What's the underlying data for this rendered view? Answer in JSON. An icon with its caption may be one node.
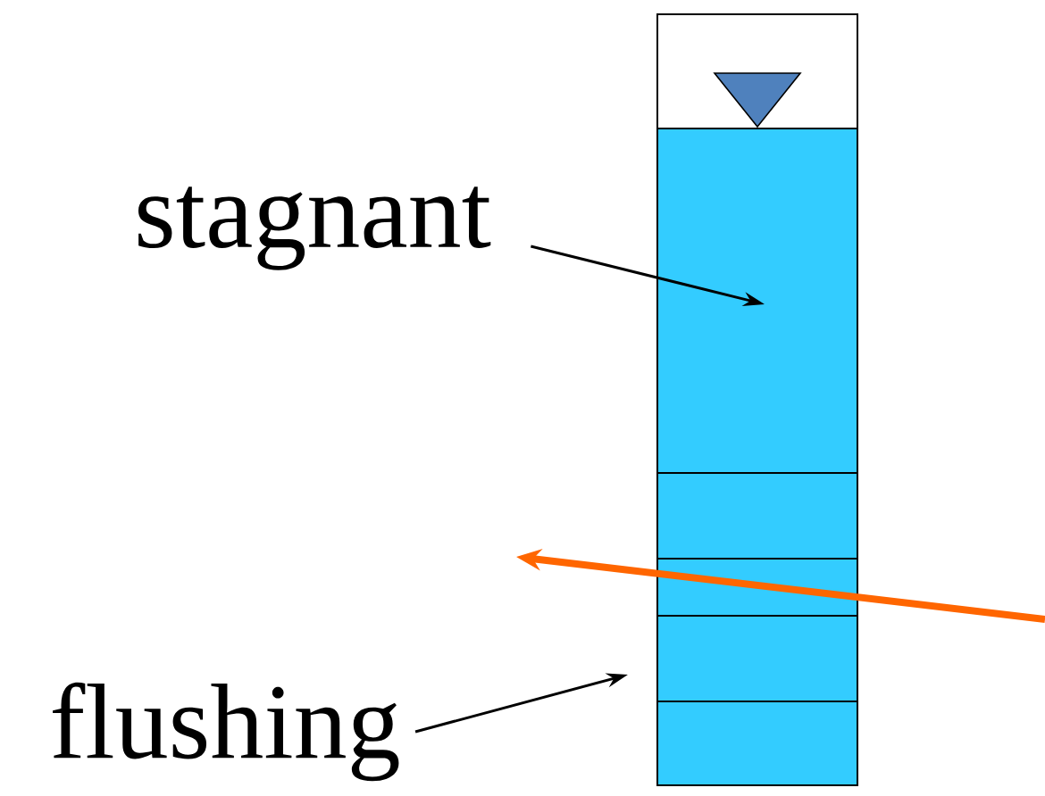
{
  "diagram": {
    "nodes": [
      {
        "text": [
          "stagnant"
        ]
      },
      {
        "text": [
          "flushing"
        ]
      },
      {
        "text": [],
        "shape": "box"
      },
      {
        "text": [],
        "shape": "box"
      },
      {
        "text": [],
        "shape": "box"
      },
      {
        "text": [],
        "shape": "box"
      },
      {
        "text": [],
        "shape": "box"
      },
      {
        "text": [],
        "shape": "box"
      }
    ],
    "edges": [
      {
        "from": 0,
        "to": 3,
        "arrow": "to"
      },
      {
        "from": 1,
        "to": 6,
        "arrow": "to"
      }
    ]
  }
}
